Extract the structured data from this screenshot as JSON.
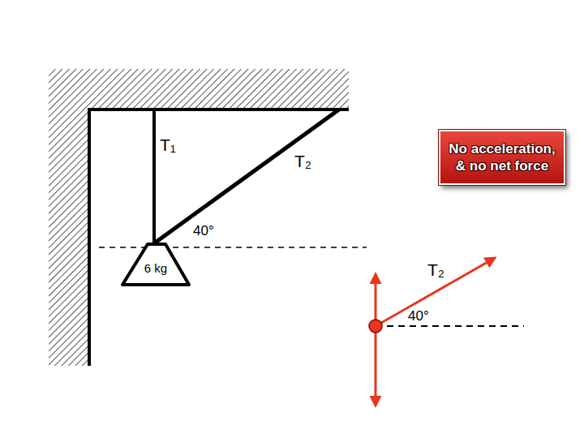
{
  "diagram": {
    "nodes": [
      {
        "text": [
          "6 kg"
        ]
      },
      {
        "text": [
          "No acceleration, & no net force"
        ]
      }
    ],
    "labels": [
      "T₁",
      "T₂",
      "40°",
      "T₂",
      "40°"
    ]
  }
}
